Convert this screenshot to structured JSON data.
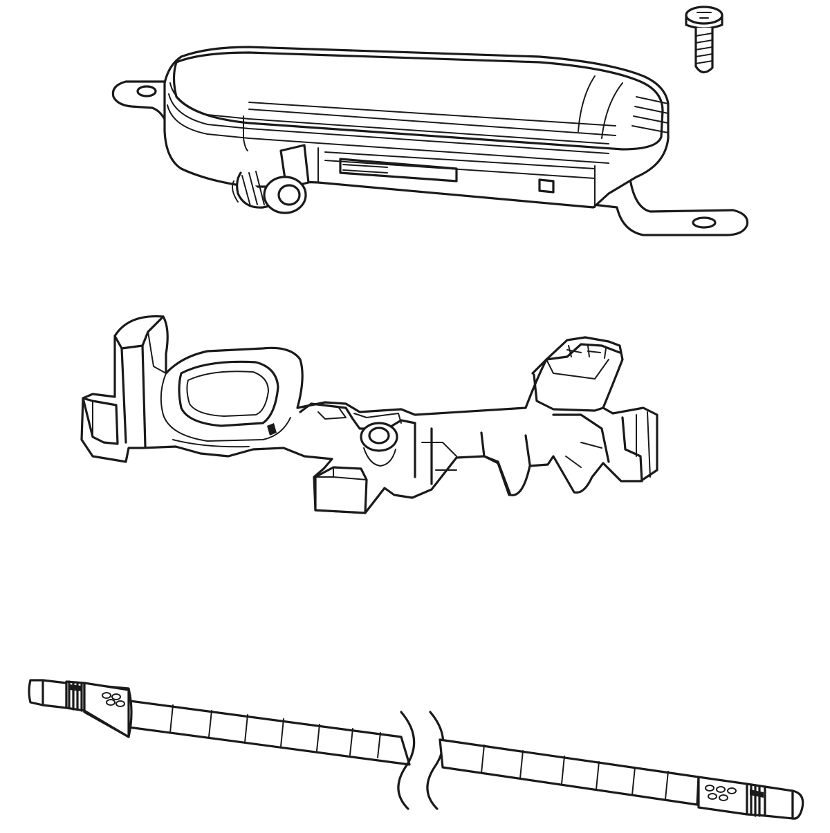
{
  "diagram": {
    "parts": [
      {
        "id": "screw",
        "icon": "screw-icon"
      },
      {
        "id": "housing",
        "icon": "battery-housing-icon"
      },
      {
        "id": "mounting-bracket",
        "icon": "bracket-icon"
      },
      {
        "id": "cable",
        "icon": "cable-icon"
      }
    ],
    "colors": {
      "stroke": "#1a1a1a",
      "background": "#ffffff"
    }
  }
}
